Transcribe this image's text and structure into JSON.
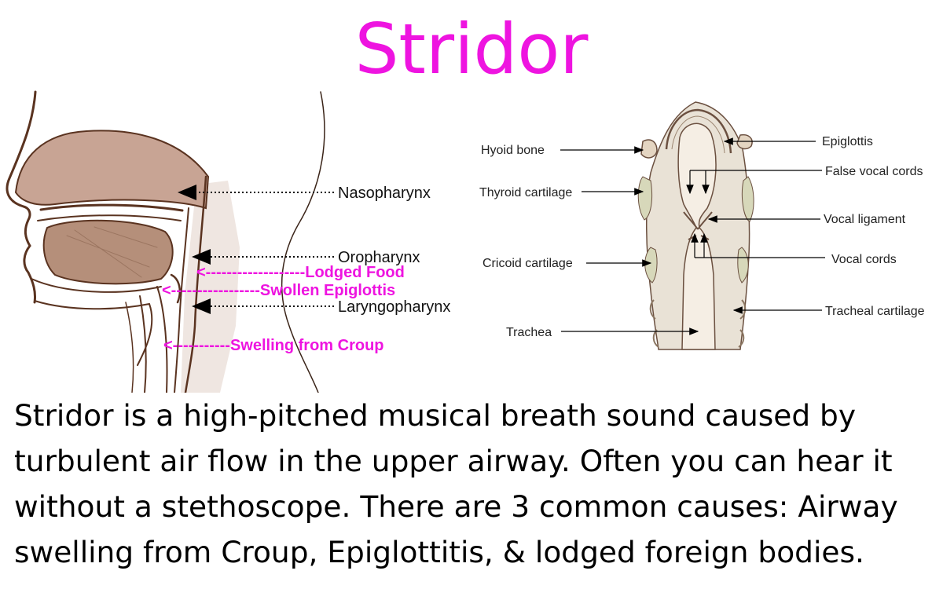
{
  "title": "Stridor",
  "colors": {
    "title": "#ee14e0",
    "annotation": "#ee14e0",
    "tissue_line": "#5a3320",
    "tissue_fill": "#c4a08c",
    "cartilage": "#d7d8ba"
  },
  "head_diagram": {
    "labels": {
      "nasopharynx": "Nasopharynx",
      "oropharynx": "Oropharynx",
      "laryngopharynx": "Laryngopharynx"
    },
    "annotations": {
      "lodged_food": "<-------------------Lodged Food",
      "swollen_epiglottis": "<-----------------Swollen Epiglottis",
      "croup": "<-----------Swelling from Croup"
    }
  },
  "larynx_diagram": {
    "labels": {
      "hyoid": "Hyoid bone",
      "thyroid": "Thyroid cartilage",
      "cricoid": "Cricoid cartilage",
      "trachea": "Trachea",
      "epiglottis": "Epiglottis",
      "false_cords": "False vocal cords",
      "vocal_ligament": "Vocal ligament",
      "vocal_cords": "Vocal cords",
      "tracheal_cartilage": "Tracheal cartilage"
    }
  },
  "body_text": "Stridor is a high-pitched musical breath sound caused by turbulent air flow in the upper airway. Often you can hear it without a stethoscope. There are 3 common causes: Airway swelling from Croup, Epiglottitis, & lodged foreign bodies."
}
